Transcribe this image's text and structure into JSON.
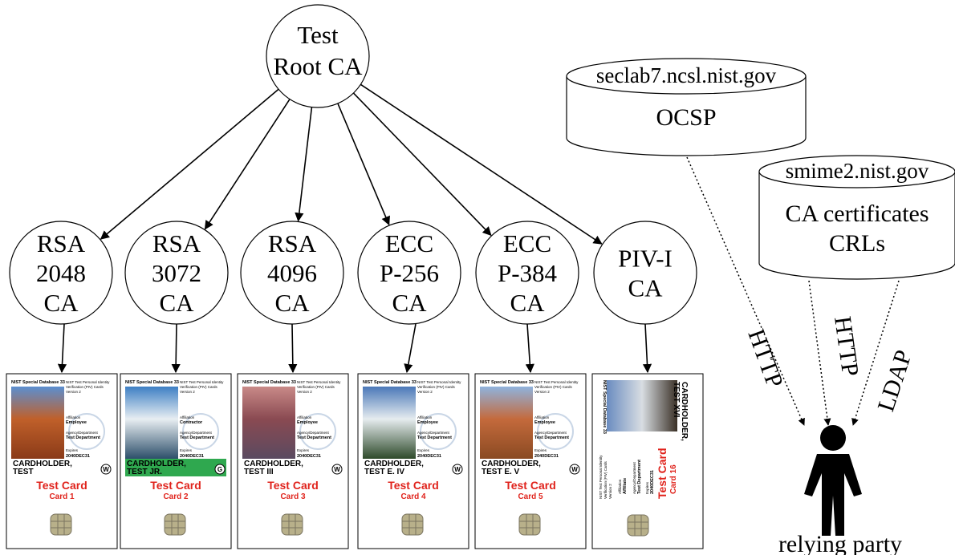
{
  "root": {
    "lines": [
      "Test",
      "Root CA"
    ]
  },
  "cas": [
    {
      "id": "rsa2048",
      "lines": [
        "RSA",
        "2048",
        "CA"
      ]
    },
    {
      "id": "rsa3072",
      "lines": [
        "RSA",
        "3072",
        "CA"
      ]
    },
    {
      "id": "rsa4096",
      "lines": [
        "RSA",
        "4096",
        "CA"
      ]
    },
    {
      "id": "eccp256",
      "lines": [
        "ECC",
        "P-256",
        "CA"
      ]
    },
    {
      "id": "eccp384",
      "lines": [
        "ECC",
        "P-384",
        "CA"
      ]
    },
    {
      "id": "pivi",
      "lines": [
        "PIV-I",
        "CA"
      ]
    }
  ],
  "cards": [
    {
      "header": "NIST Special Database 33",
      "desc": [
        "NIST Test Personal Identity",
        "Verification (PIV) Cards",
        "Version 2"
      ],
      "affiliation_label": "Affiliation",
      "affiliation": "Employee",
      "agency_label": "Agency/Department",
      "agency": "Test Department",
      "expires_label": "Expires",
      "expires": "2040DEC31",
      "name": [
        "CARDHOLDER,",
        "TEST"
      ],
      "badge": "W",
      "title": "Test Card",
      "subtitle": "Card 1",
      "photo_colors": [
        "#5b8fd1",
        "#c0602a",
        "#8a3a18"
      ]
    },
    {
      "header": "NIST Special Database 33",
      "desc": [
        "NIST Test Personal Identity",
        "Verification (PIV) Cards",
        "Version 2"
      ],
      "affiliation_label": "Affiliation",
      "affiliation": "Contractor",
      "agency_label": "Agency/Department",
      "agency": "Test Department",
      "expires_label": "Expires",
      "expires": "2040DEC31",
      "name": [
        "CARDHOLDER,",
        "TEST JR."
      ],
      "badge": "G",
      "title": "Test Card",
      "subtitle": "Card 2",
      "photo_colors": [
        "#3d7fc4",
        "#e8eef2",
        "#2d4f6a"
      ]
    },
    {
      "header": "NIST Special Database 33",
      "desc": [
        "NIST Test Personal Identity",
        "Verification (PIV) Cards",
        "Version 2"
      ],
      "affiliation_label": "Affiliation",
      "affiliation": "Employee",
      "agency_label": "Agency/Department",
      "agency": "Test Department",
      "expires_label": "Expires",
      "expires": "2040DEC31",
      "name": [
        "CARDHOLDER,",
        "TEST III"
      ],
      "badge": "W",
      "title": "Test Card",
      "subtitle": "Card 3",
      "photo_colors": [
        "#c98a88",
        "#8a4a52",
        "#5a4a60"
      ]
    },
    {
      "header": "NIST Special Database 33",
      "desc": [
        "NIST Test Personal Identity",
        "Verification (PIV) Cards",
        "Version 2"
      ],
      "affiliation_label": "Affiliation",
      "affiliation": "Employee",
      "agency_label": "Agency/Department",
      "agency": "Test Department",
      "expires_label": "Expires",
      "expires": "2040DEC31",
      "name": [
        "CARDHOLDER,",
        "TEST E. IV"
      ],
      "badge": "W",
      "title": "Test Card",
      "subtitle": "Card 4",
      "photo_colors": [
        "#4a78b8",
        "#e6ecef",
        "#2e4a2a"
      ]
    },
    {
      "header": "NIST Special Database 33",
      "desc": [
        "NIST Test Personal Identity",
        "Verification (PIV) Cards",
        "Version 2"
      ],
      "affiliation_label": "Affiliation",
      "affiliation": "Employee",
      "agency_label": "Agency/Department",
      "agency": "Test Department",
      "expires_label": "Expires",
      "expires": "2040DEC31",
      "name": [
        "CARDHOLDER,",
        "TEST E. V"
      ],
      "badge": "W",
      "title": "Test Card",
      "subtitle": "Card 5",
      "photo_colors": [
        "#8fb3de",
        "#c46a3c",
        "#8a4a22"
      ]
    },
    {
      "header": "NIST Special Database 33",
      "desc": [
        "NIST Test Personal Identity",
        "Verification (PIV) Cards",
        "Version 2"
      ],
      "affiliation_label": "Affiliation",
      "affiliation": "Affiliate",
      "agency_label": "Agency/Department",
      "agency": "Test Department",
      "expires_label": "Expires",
      "expires": "2040DEC31",
      "name": [
        "CARDHOLDER,",
        "TEST XVI"
      ],
      "badge": "",
      "title": "Test Card",
      "subtitle": "Card 16",
      "photo_colors": [
        "#6a8cc0",
        "#d8dde2",
        "#3a3026"
      ]
    }
  ],
  "servers": [
    {
      "id": "ocsp",
      "host": "seclab7.ncsl.nist.gov",
      "lines": [
        "OCSP"
      ]
    },
    {
      "id": "ldap",
      "host": "smime2.nist.gov",
      "lines": [
        "CA certificates",
        "CRLs"
      ]
    }
  ],
  "protocols": [
    {
      "id": "ocsp-http",
      "label": "HTTP"
    },
    {
      "id": "ldap-http",
      "label": "HTTP"
    },
    {
      "id": "ldap-ldap",
      "label": "LDAP"
    }
  ],
  "relying_party": {
    "label": "relying party"
  }
}
